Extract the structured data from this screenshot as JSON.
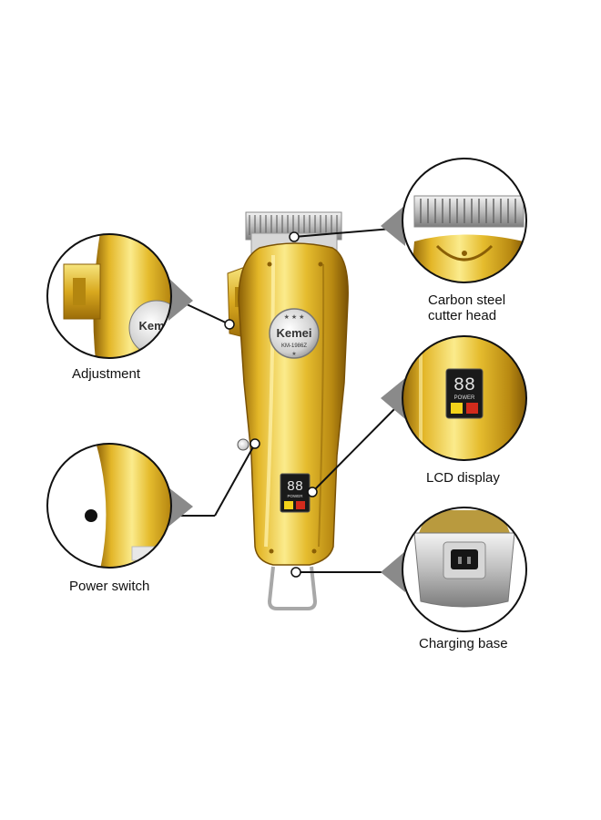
{
  "product": {
    "brand": "Kemei",
    "model": "KM-1986Z",
    "lcd_digits": "88",
    "lcd_power": "POWER"
  },
  "callouts": {
    "adjustment": "Adjustment",
    "cutter_head_line1": "Carbon steel",
    "cutter_head_line2": "cutter head",
    "lcd_display": "LCD display",
    "power_switch": "Power switch",
    "charging_base": "Charging base"
  },
  "colors": {
    "gold_light": "#f6e27a",
    "gold_mid": "#e0b52a",
    "gold_dark": "#9a6c08",
    "silver": "#c9c9c9",
    "line": "#111111"
  }
}
